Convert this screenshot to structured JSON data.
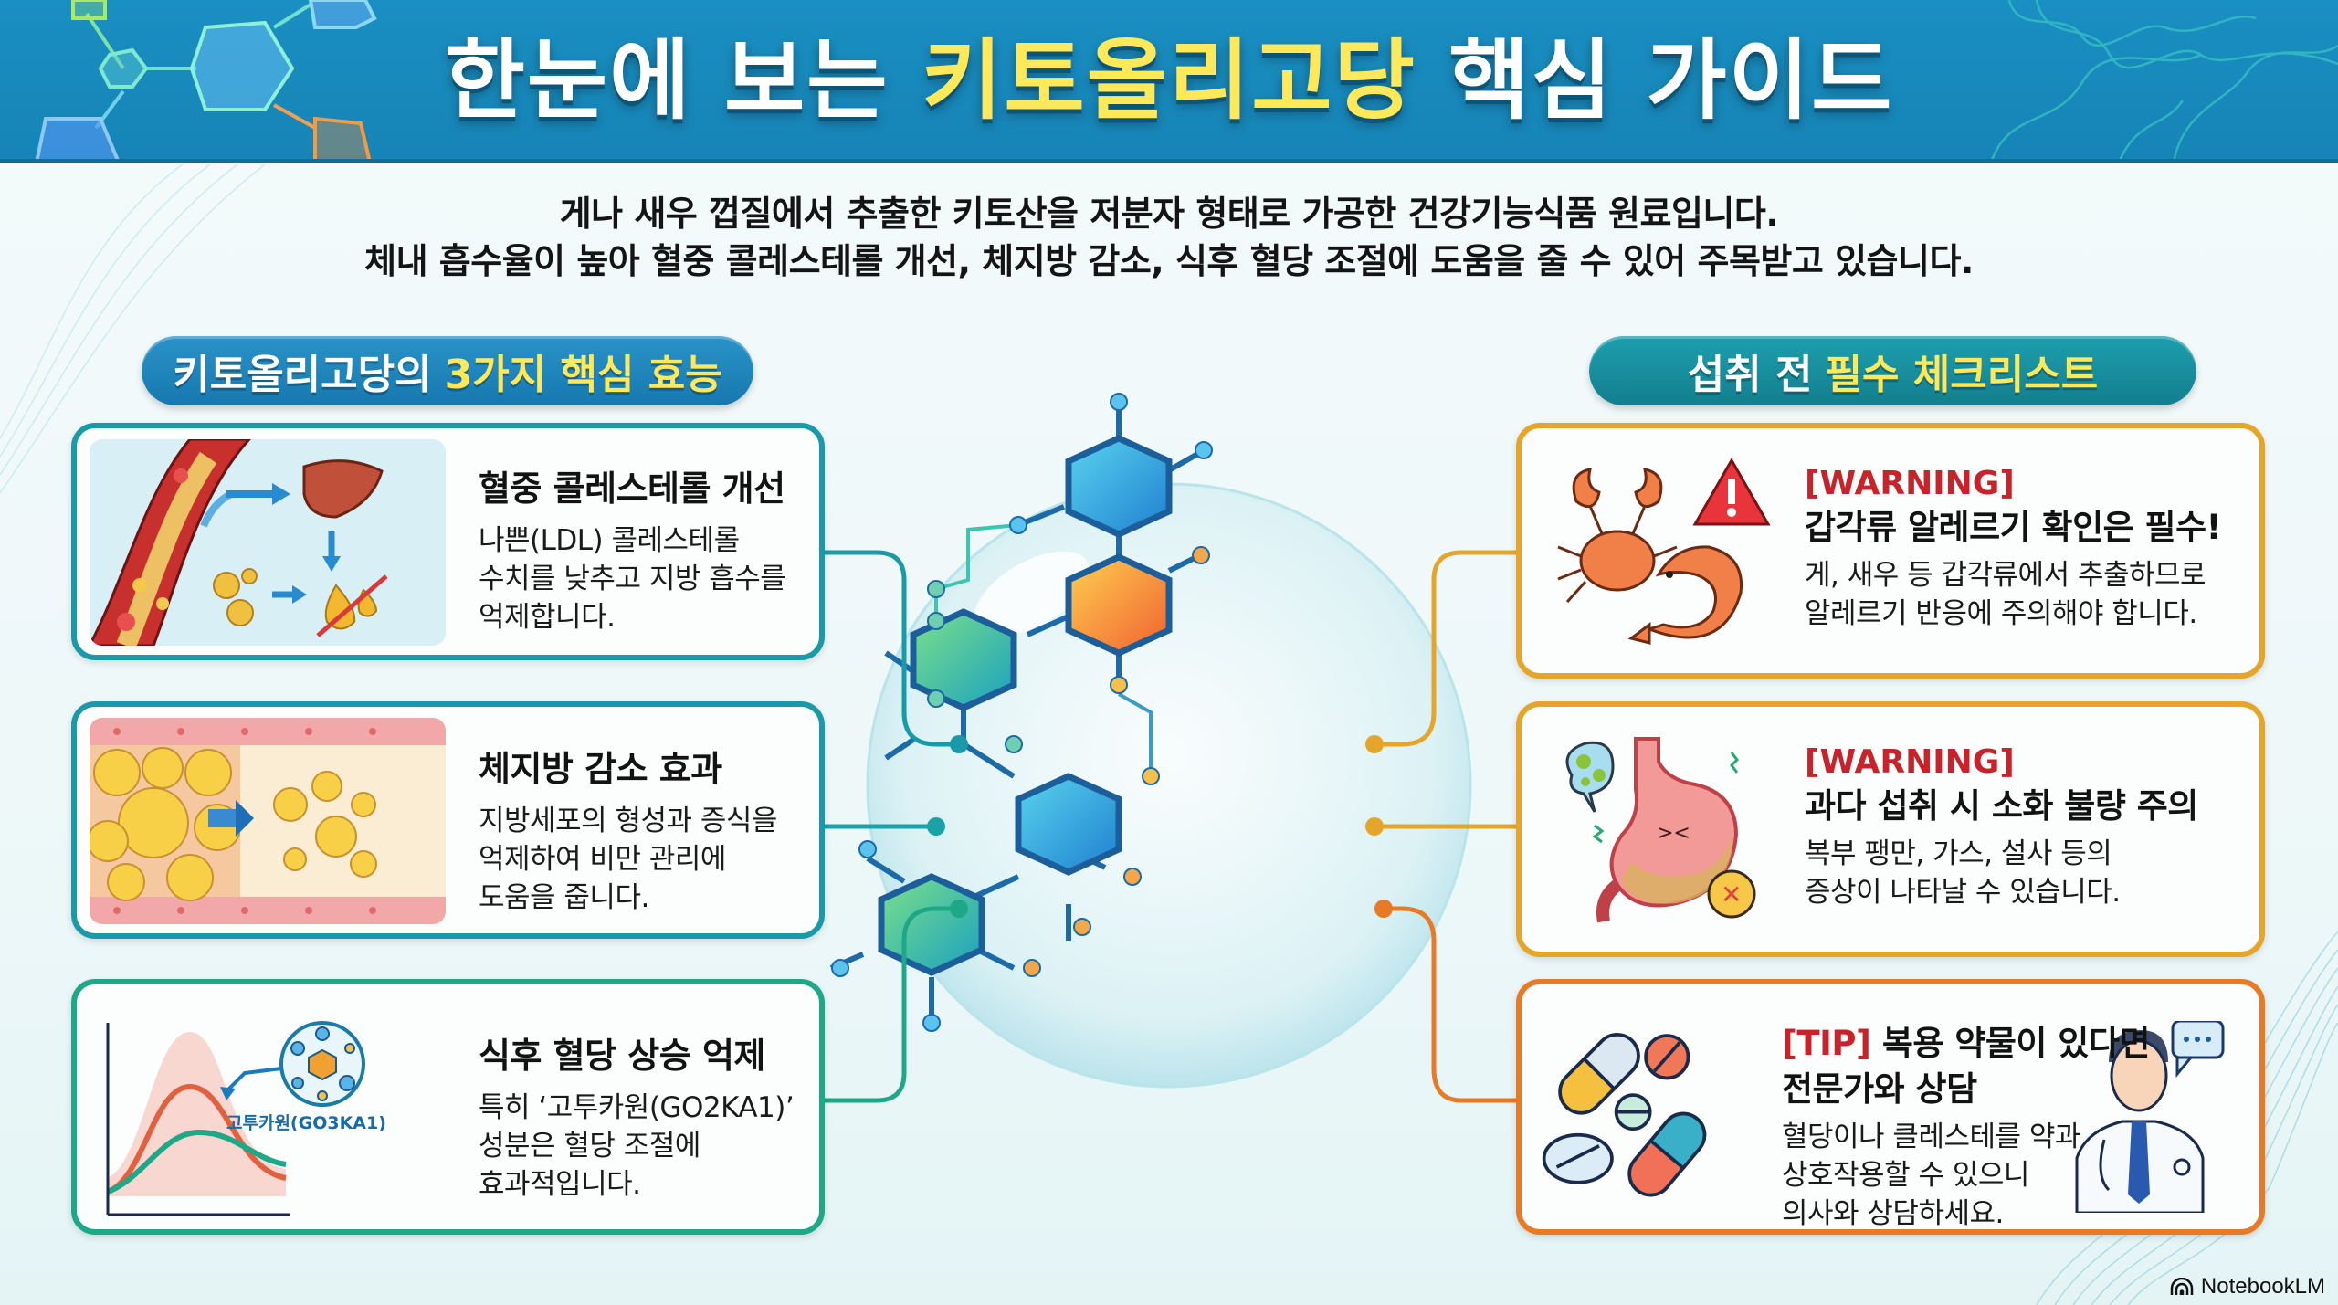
{
  "banner": {
    "title_pre": "한눈에 보는 ",
    "title_highlight": "키토올리고당",
    "title_post": " 핵심 가이드",
    "bg_color": "#1a8fc2",
    "highlight_color": "#ffe95a"
  },
  "intro": {
    "line1": "게나 새우 껍질에서 추출한 키토산을 저분자 형태로 가공한 건강기능식품 원료입니다.",
    "line2": "체내 흡수율이 높아 혈중 콜레스테롤 개선, 체지방 감소, 식후 혈당 조절에 도움을 줄 수 있어 주목받고 있습니다."
  },
  "left_section": {
    "header_pre": "키토올리고당의",
    "header_highlight": "3가지 핵심 효능",
    "cards": [
      {
        "icon": "blood-vessel-liver-icon",
        "title": "혈중 콜레스테롤 개선",
        "body_lines": [
          "나쁜(LDL) 콜레스테롤",
          "수치를 낮추고 지방 흡수를",
          "억제합니다."
        ]
      },
      {
        "icon": "fat-cells-icon",
        "title": "체지방 감소 효과",
        "body_lines": [
          "지방세포의 형성과 증식을",
          "억제하여 비만 관리에",
          "도움을 줍니다."
        ]
      },
      {
        "icon": "blood-sugar-curve-icon",
        "illus_label": "고투카원(GO3KA1)",
        "title": "식후 혈당 상승 억제",
        "body_lines": [
          "특히 ‘고투카원(GO2KA1)’",
          "성분은 혈당 조절에",
          "효과적입니다."
        ]
      }
    ]
  },
  "right_section": {
    "header_pre": "섭취 전",
    "header_highlight": "필수 체크리스트",
    "cards": [
      {
        "icon": "crab-shrimp-warning-icon",
        "tag": "[WARNING]",
        "title": "갑각류 알레르기 확인은 필수!",
        "body_lines": [
          "게, 새우 등 갑각류에서 추출하므로",
          "알레르기 반응에 주의해야 합니다."
        ]
      },
      {
        "icon": "upset-stomach-icon",
        "tag": "[WARNING]",
        "title": "과다 섭취 시 소화 불량 주의",
        "body_lines": [
          "복부 팽만, 가스, 설사 등의",
          "증상이 나타날 수 있습니다."
        ]
      },
      {
        "icon": "pills-doctor-icon",
        "tag": "[TIP]",
        "title_line1": "복용 약물이 있다면",
        "title_line2": "전문가와 상담",
        "body_lines": [
          "혈당이나 클레스테를 약과",
          "상호작용할 수 있으니",
          "의사와 상담하세요."
        ]
      }
    ]
  },
  "colors": {
    "teal": "#1a9aa8",
    "green_teal": "#1ea888",
    "gold": "#e4a52a",
    "orange": "#e87a26",
    "warning_red": "#c8222a"
  },
  "footer": {
    "brand": "NotebookLM"
  }
}
